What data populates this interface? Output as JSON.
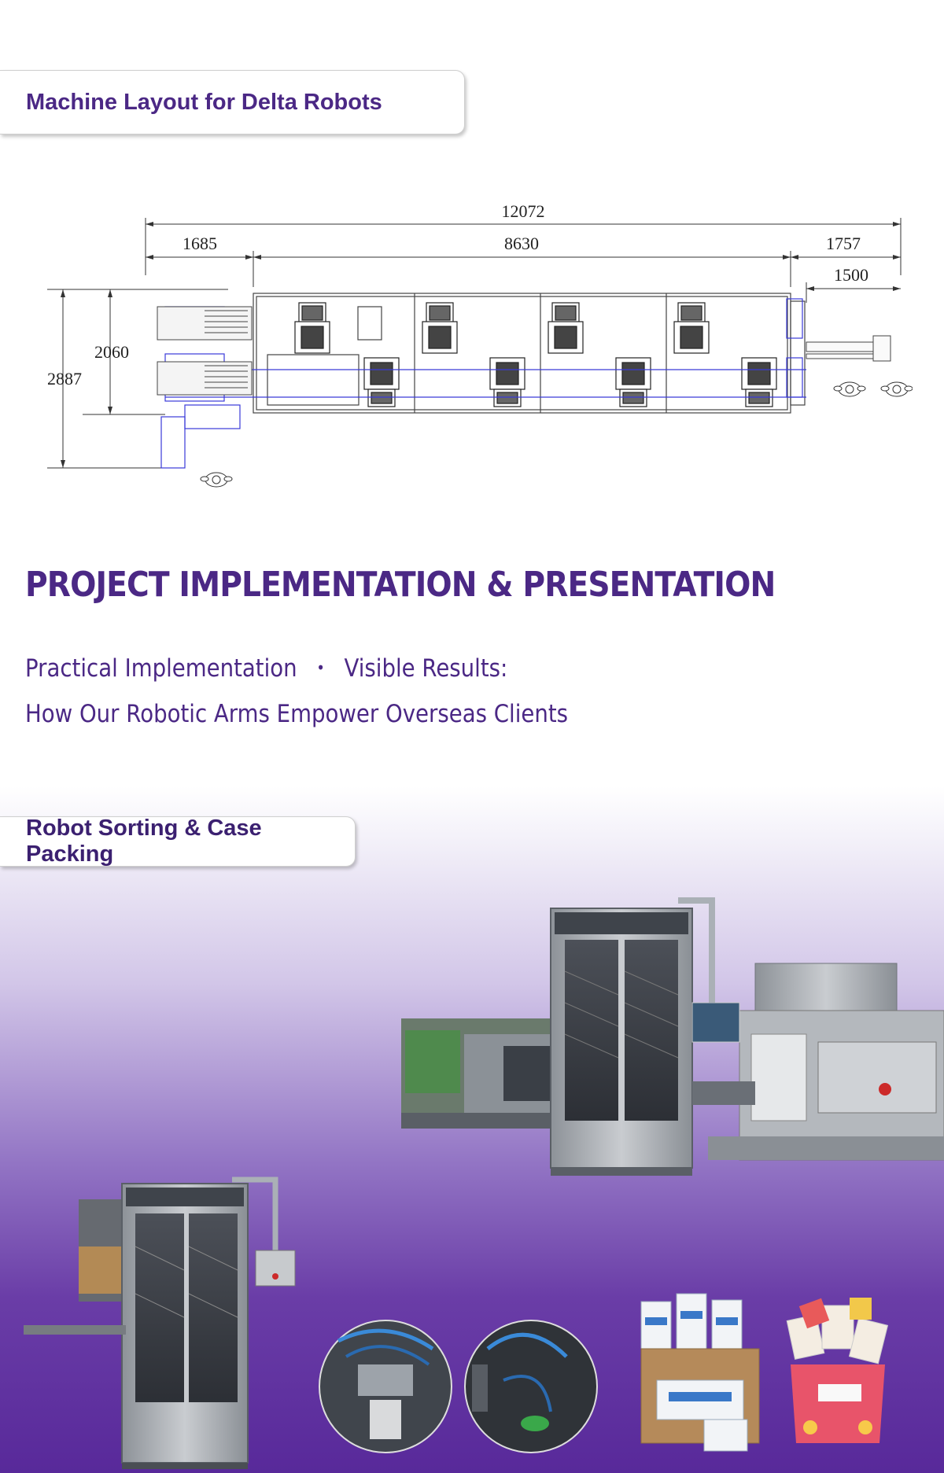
{
  "layout_section": {
    "title": "Machine Layout for Delta Robots"
  },
  "drawing": {
    "dimensions": {
      "total_length": "12072",
      "left_segment": "1685",
      "middle_segment": "8630",
      "right_segment": "1757",
      "right_sub_segment": "1500",
      "inner_height": "2060",
      "total_height": "2887"
    }
  },
  "project": {
    "title": "PROJECT IMPLEMENTATION & PRESENTATION",
    "subtitle_line1_part1": "Practical Implementation",
    "separator": "•",
    "subtitle_line1_part2": "Visible Results:",
    "subtitle_line2": "How Our Robotic Arms Empower Overseas Clients"
  },
  "sorting_section": {
    "title": "Robot Sorting & Case Packing"
  },
  "colors": {
    "brand_purple": "#4b2885",
    "blueprint_blue": "#3a3ad8",
    "steel": "#a9adb3"
  }
}
